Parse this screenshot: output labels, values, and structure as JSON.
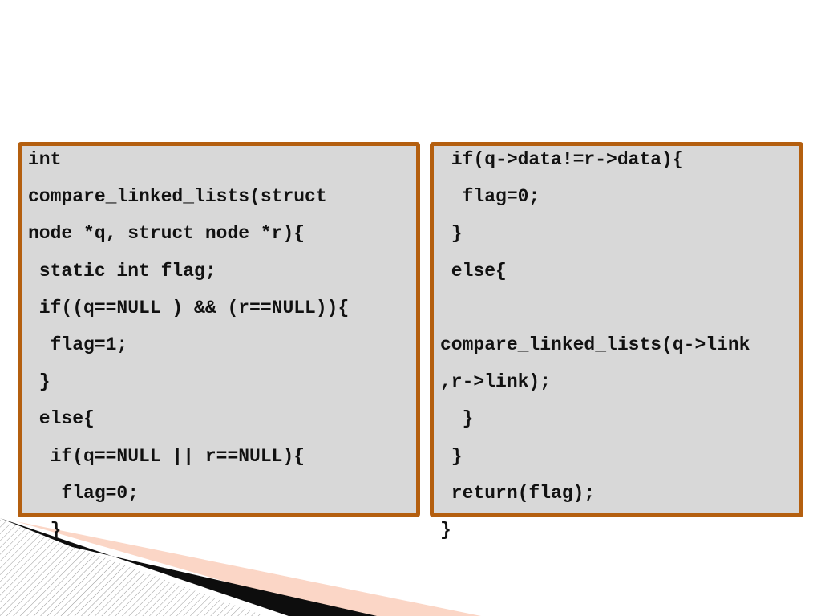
{
  "slide": {
    "left_panel": {
      "lines": [
        "int",
        "compare_linked_lists(struct",
        "node *q, struct node *r){",
        " static int flag;",
        " if((q==NULL ) && (r==NULL)){",
        "  flag=1;",
        " }",
        " else{",
        "  if(q==NULL || r==NULL){",
        "   flag=0;",
        "  }"
      ]
    },
    "right_panel": {
      "lines": [
        " if(q->data!=r->data){",
        "  flag=0;",
        " }",
        " else{",
        "",
        "compare_linked_lists(q->link",
        ",r->link);",
        "  }",
        " }",
        " return(flag);",
        "}"
      ]
    }
  },
  "colors": {
    "panel_border": "#b45f0f",
    "panel_fill": "#d8d8d8",
    "text": "#111111",
    "accent_peach": "#fbd6c6"
  }
}
